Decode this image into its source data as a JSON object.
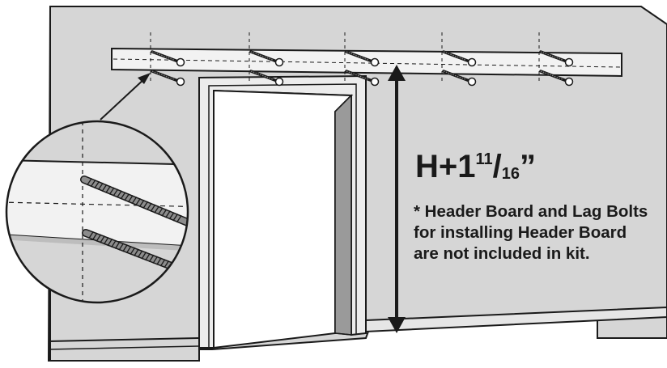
{
  "dimension": {
    "prefix": "H+1",
    "numerator": "11",
    "slash": "/",
    "denominator": "16",
    "unit": "”"
  },
  "note": {
    "lines": [
      "* Header Board and Lag Bolts",
      "for installing Header Board",
      "are not included in kit."
    ]
  },
  "colors": {
    "wall": "#d6d6d6",
    "board": "#f2f2f2",
    "stroke": "#1a1a1a",
    "bolt": "#555555"
  }
}
